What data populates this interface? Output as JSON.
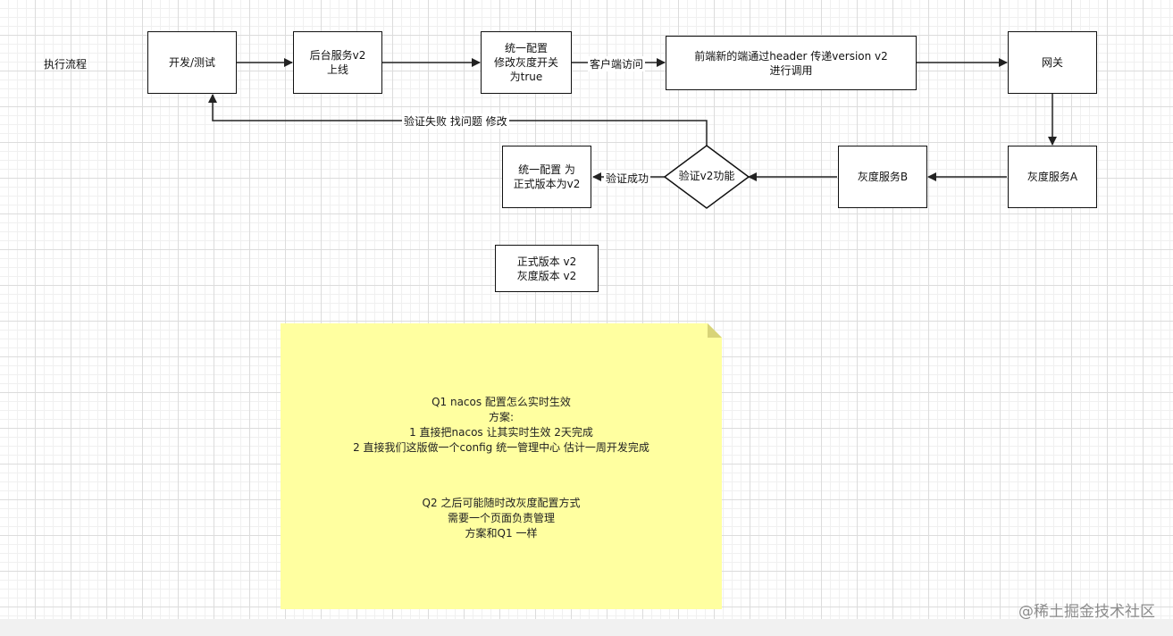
{
  "title": "执行流程",
  "nodes": {
    "dev_test": "开发/测试",
    "backend_v2": "后台服务v2\n上线",
    "unified_config": "统一配置\n修改灰度开关\n为true",
    "frontend": "前端新的端通过header 传递version v2\n进行调用",
    "gateway": "网关",
    "gray_a": "灰度服务A",
    "gray_b": "灰度服务B",
    "verify": "验证v2功能",
    "config_official": "统一配置 为\n正式版本为v2",
    "versions": "正式版本 v2\n灰度版本 v2"
  },
  "edges": {
    "client_access": "客户端访问",
    "verify_success": "验证成功",
    "verify_fail": "验证失败 找问题 修改"
  },
  "note": {
    "block1": "Q1 nacos 配置怎么实时生效\n方案:\n1 直接把nacos 让其实时生效 2天完成\n2 直接我们这版做一个config 统一管理中心 估计一周开发完成",
    "block2": "Q2 之后可能随时改灰度配置方式\n需要一个页面负责管理\n方案和Q1 一样"
  },
  "watermark": "@稀土掘金技术社区"
}
